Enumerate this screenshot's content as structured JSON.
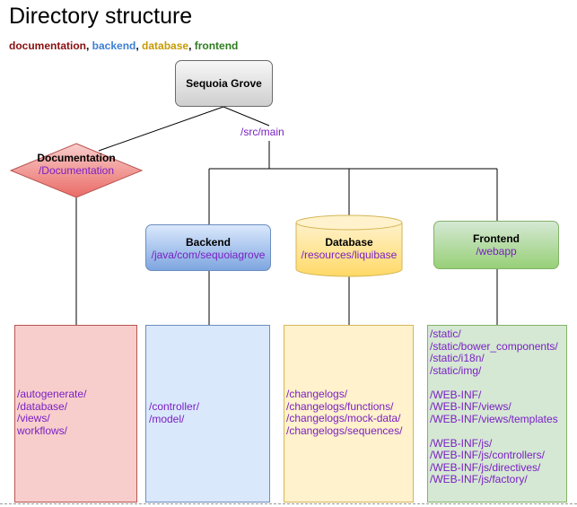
{
  "title": "Directory structure",
  "legend": {
    "items": [
      "documentation",
      "backend",
      "database",
      "frontend"
    ],
    "separator": ", ",
    "colors": {
      "documentation": "#8b0f0f",
      "backend": "#3d7fd4",
      "database": "#c79a00",
      "frontend": "#2e7d1f"
    }
  },
  "root": {
    "label": "Sequoia Grove"
  },
  "edge_label": "/src/main",
  "nodes": {
    "documentation": {
      "title": "Documentation",
      "path": "/Documentation",
      "shape": "diamond"
    },
    "backend": {
      "title": "Backend",
      "path": "/java/com/sequoiagrove",
      "shape": "rounded-rectangle"
    },
    "database": {
      "title": "Database",
      "path": "/resources/liquibase",
      "shape": "cylinder"
    },
    "frontend": {
      "title": "Frontend",
      "path": "/webapp",
      "shape": "rounded-rectangle"
    }
  },
  "panels": {
    "documentation": [
      "/autogenerate/",
      "/database/",
      "/views/",
      "workflows/"
    ],
    "backend": [
      "/controller/",
      "/model/"
    ],
    "database": [
      "/changelogs/",
      "/changelogs/functions/",
      "/changelogs/mock-data/",
      "/changelogs/sequences/"
    ],
    "frontend": [
      "/static/",
      "/static/bower_components/",
      "/static/i18n/",
      "/static/img/",
      "",
      "/WEB-INF/",
      "/WEB-INF/views/",
      "/WEB-INF/views/templates",
      "",
      "/WEB-INF/js/",
      "/WEB-INF/js/controllers/",
      "/WEB-INF/js/directives/",
      "/WEB-INF/js/factory/"
    ]
  }
}
